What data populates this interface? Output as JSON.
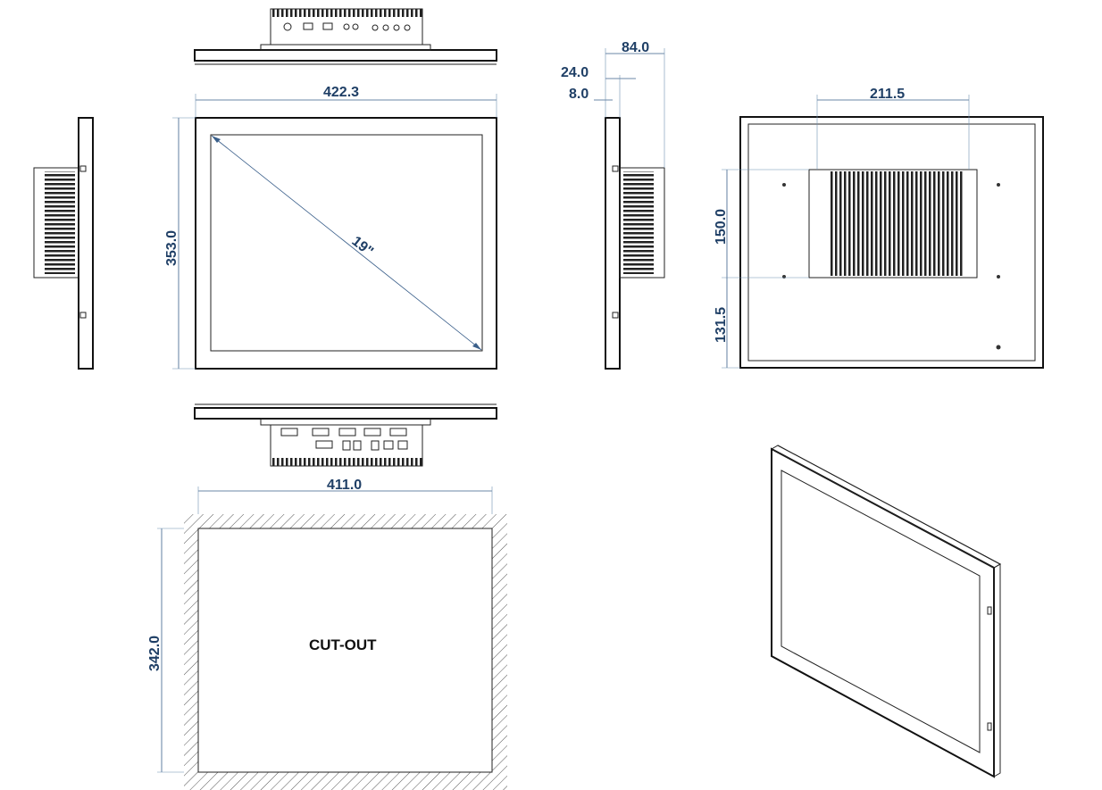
{
  "dimensions": {
    "front_width": "422.3",
    "front_height": "353.0",
    "diagonal": "19\"",
    "depth_total": "84.0",
    "depth_mid": "24.0",
    "depth_bezel": "8.0",
    "rear_mount_width": "211.5",
    "rear_mount_height": "150.0",
    "rear_offset": "131.5",
    "cutout_width": "411.0",
    "cutout_height": "342.0"
  },
  "labels": {
    "cutout": "CUT-OUT"
  },
  "colors": {
    "dimension": "#1f3f66",
    "line": "#222222"
  }
}
